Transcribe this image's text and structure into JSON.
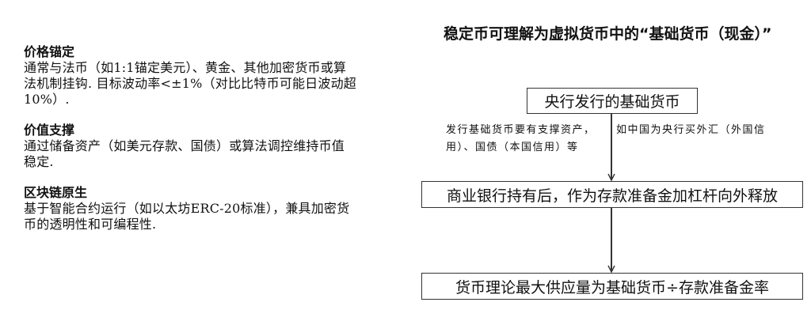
{
  "left_panel": {
    "sections": [
      {
        "heading": "价格锚定",
        "body": "通常与法币（如1:1锚定美元）、黄金、其他加密货币或算法机制挂钩. 目标波动率<±1%（对比比特币可能日波动超10%）."
      },
      {
        "heading": "价值支撑",
        "body": "通过储备资产（如美元存款、国债）或算法调控维持币值稳定."
      },
      {
        "heading": "区块链原生",
        "body": "基于智能合约运行（如以太坊ERC-20标准），兼具加密货币的透明性和可编程性."
      }
    ]
  },
  "diagram": {
    "title": "稳定币可理解为虚拟货币中的“基础货币（现金）”",
    "boxes": [
      {
        "label": "央行发行的基础货币"
      },
      {
        "label": "商业银行持有后，作为存款准备金加杠杆向外释放"
      },
      {
        "label": "货币理论最大供应量为基础货币÷存款准备金率"
      }
    ],
    "annotation": {
      "left": "发行基础货币要有支撑资产，用）、国债（本国信用）等",
      "right": "如中国为央行买外汇（外国信",
      "full_text": "发行基础货币要有支撑资产，如中国为央行买外汇（外国信用）、国债（本国信用）等"
    },
    "colors": {
      "line": "#333333",
      "text": "#111111",
      "background": "#ffffff"
    }
  }
}
